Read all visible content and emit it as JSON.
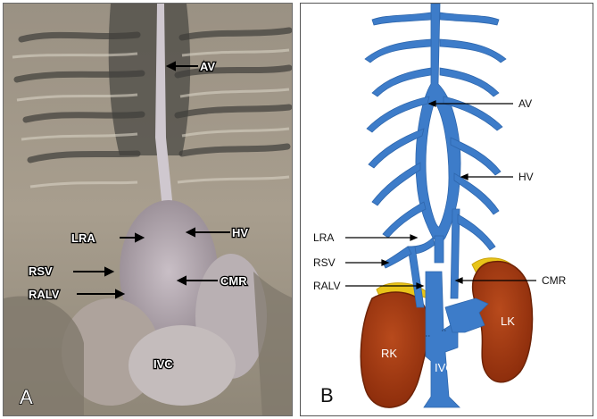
{
  "panel_a": {
    "letter": "A",
    "labels": {
      "av": "AV",
      "lra": "LRA",
      "hv": "HV",
      "rsv": "RSV",
      "ralv": "RALV",
      "cmr": "CMR",
      "ivc": "IVC"
    }
  },
  "panel_b": {
    "letter": "B",
    "labels": {
      "av": "AV",
      "hv": "HV",
      "lra": "LRA",
      "rsv": "RSV",
      "ralv": "RALV",
      "cmr": "CMR",
      "rk": "RK",
      "lk": "LK",
      "ivc": "IVC"
    }
  },
  "colors": {
    "vein": "#3d7cc9",
    "kidney": "#a83a12",
    "adrenal": "#e8c419",
    "photo_base": "#a69b8a"
  }
}
